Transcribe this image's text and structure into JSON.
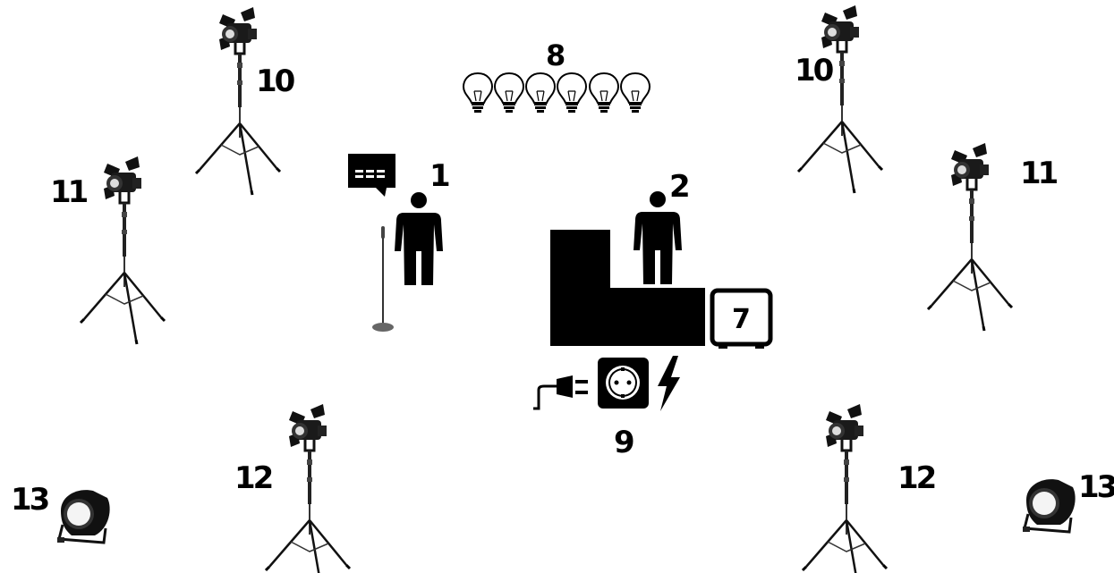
{
  "labels": {
    "speaker": "1",
    "performer": "2",
    "monitor": "7",
    "bulbs": "8",
    "power": "9",
    "lights_top": "10",
    "lights_mid": "11",
    "lights_bottom": "12",
    "par_cans": "13"
  },
  "icons": {
    "speech": "speech-bubble-icon",
    "person": "person-icon",
    "microphone": "microphone-stand-icon",
    "stage_riser": "stage-riser-icon",
    "monitor": "stage-monitor-icon",
    "bulb": "light-bulb-icon",
    "plug": "power-plug-icon",
    "socket": "power-socket-icon",
    "lightning": "lightning-icon",
    "fresnel": "fresnel-light-stand-icon",
    "par": "par-can-icon"
  },
  "colors": {
    "ink": "#000000",
    "background": "#ffffff",
    "chrome": "#777777"
  }
}
